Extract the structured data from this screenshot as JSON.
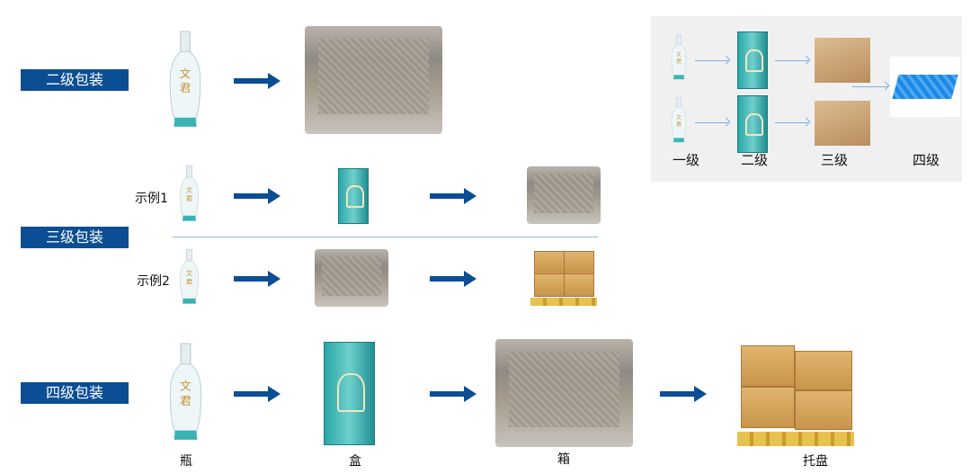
{
  "levels": {
    "second": "二级包装",
    "third": "三级包装",
    "fourth": "四级包装"
  },
  "examples": {
    "one": "示例1",
    "two": "示例2"
  },
  "bottom_labels": {
    "bottle": "瓶",
    "box": "盒",
    "case": "箱",
    "pallet": "托盘"
  },
  "legend_panel": {
    "l1": "一级",
    "l2": "二级",
    "l3": "三级",
    "l4": "四级"
  },
  "bottle_logo_text": "文君",
  "colors": {
    "label_bg": "#0b4e93",
    "arrow": "#0b4e93",
    "panel_bg": "#f0f0f0"
  }
}
